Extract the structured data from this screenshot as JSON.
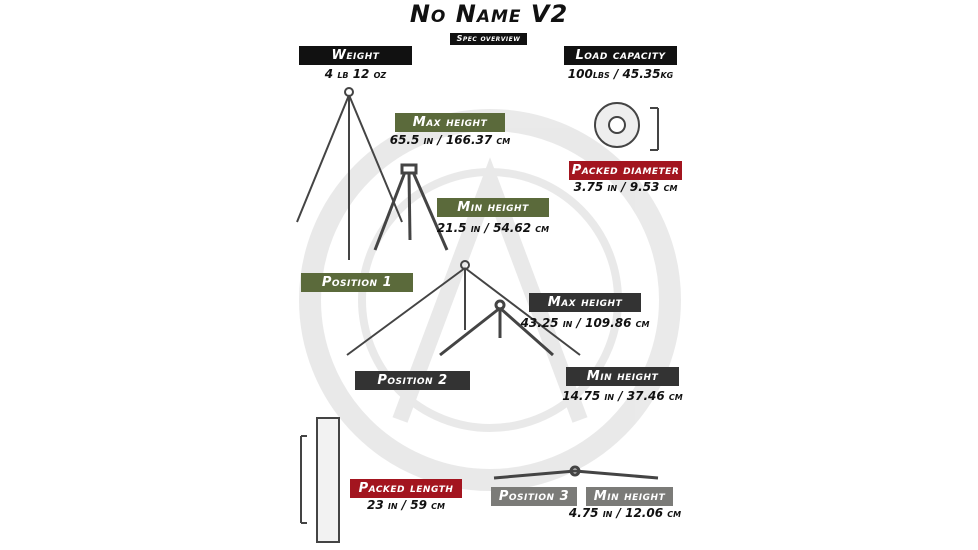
{
  "title": "No Name V2",
  "subtitle": "Spec overview",
  "weight": {
    "label": "Weight",
    "value": "4 lb 12 oz"
  },
  "load": {
    "label": "Load capacity",
    "value": "100lbs / 45.35kg"
  },
  "pos1_max": {
    "label": "Max height",
    "value": "65.5 in / 166.37 cm"
  },
  "diameter": {
    "label": "Packed diameter",
    "value": "3.75 in / 9.53 cm"
  },
  "pos1_min": {
    "label": "Min height",
    "value": "21.5 in / 54.62 cm"
  },
  "pos1": {
    "label": "Position 1"
  },
  "pos2_max": {
    "label": "Max height",
    "value": "43.25 in / 109.86 cm"
  },
  "pos2": {
    "label": "Position 2"
  },
  "pos2_min": {
    "label": "Min height",
    "value": "14.75 in / 37.46 cm"
  },
  "length": {
    "label": "Packed length",
    "value": "23 in / 59 cm"
  },
  "pos3": {
    "label": "Position 3"
  },
  "pos3_min": {
    "label": "Min height",
    "value": "4.75 in / 12.06 cm"
  },
  "colors": {
    "green": "#5b6a3b",
    "red": "#a3151f",
    "dark": "#333333",
    "gray": "#7b7b78"
  }
}
